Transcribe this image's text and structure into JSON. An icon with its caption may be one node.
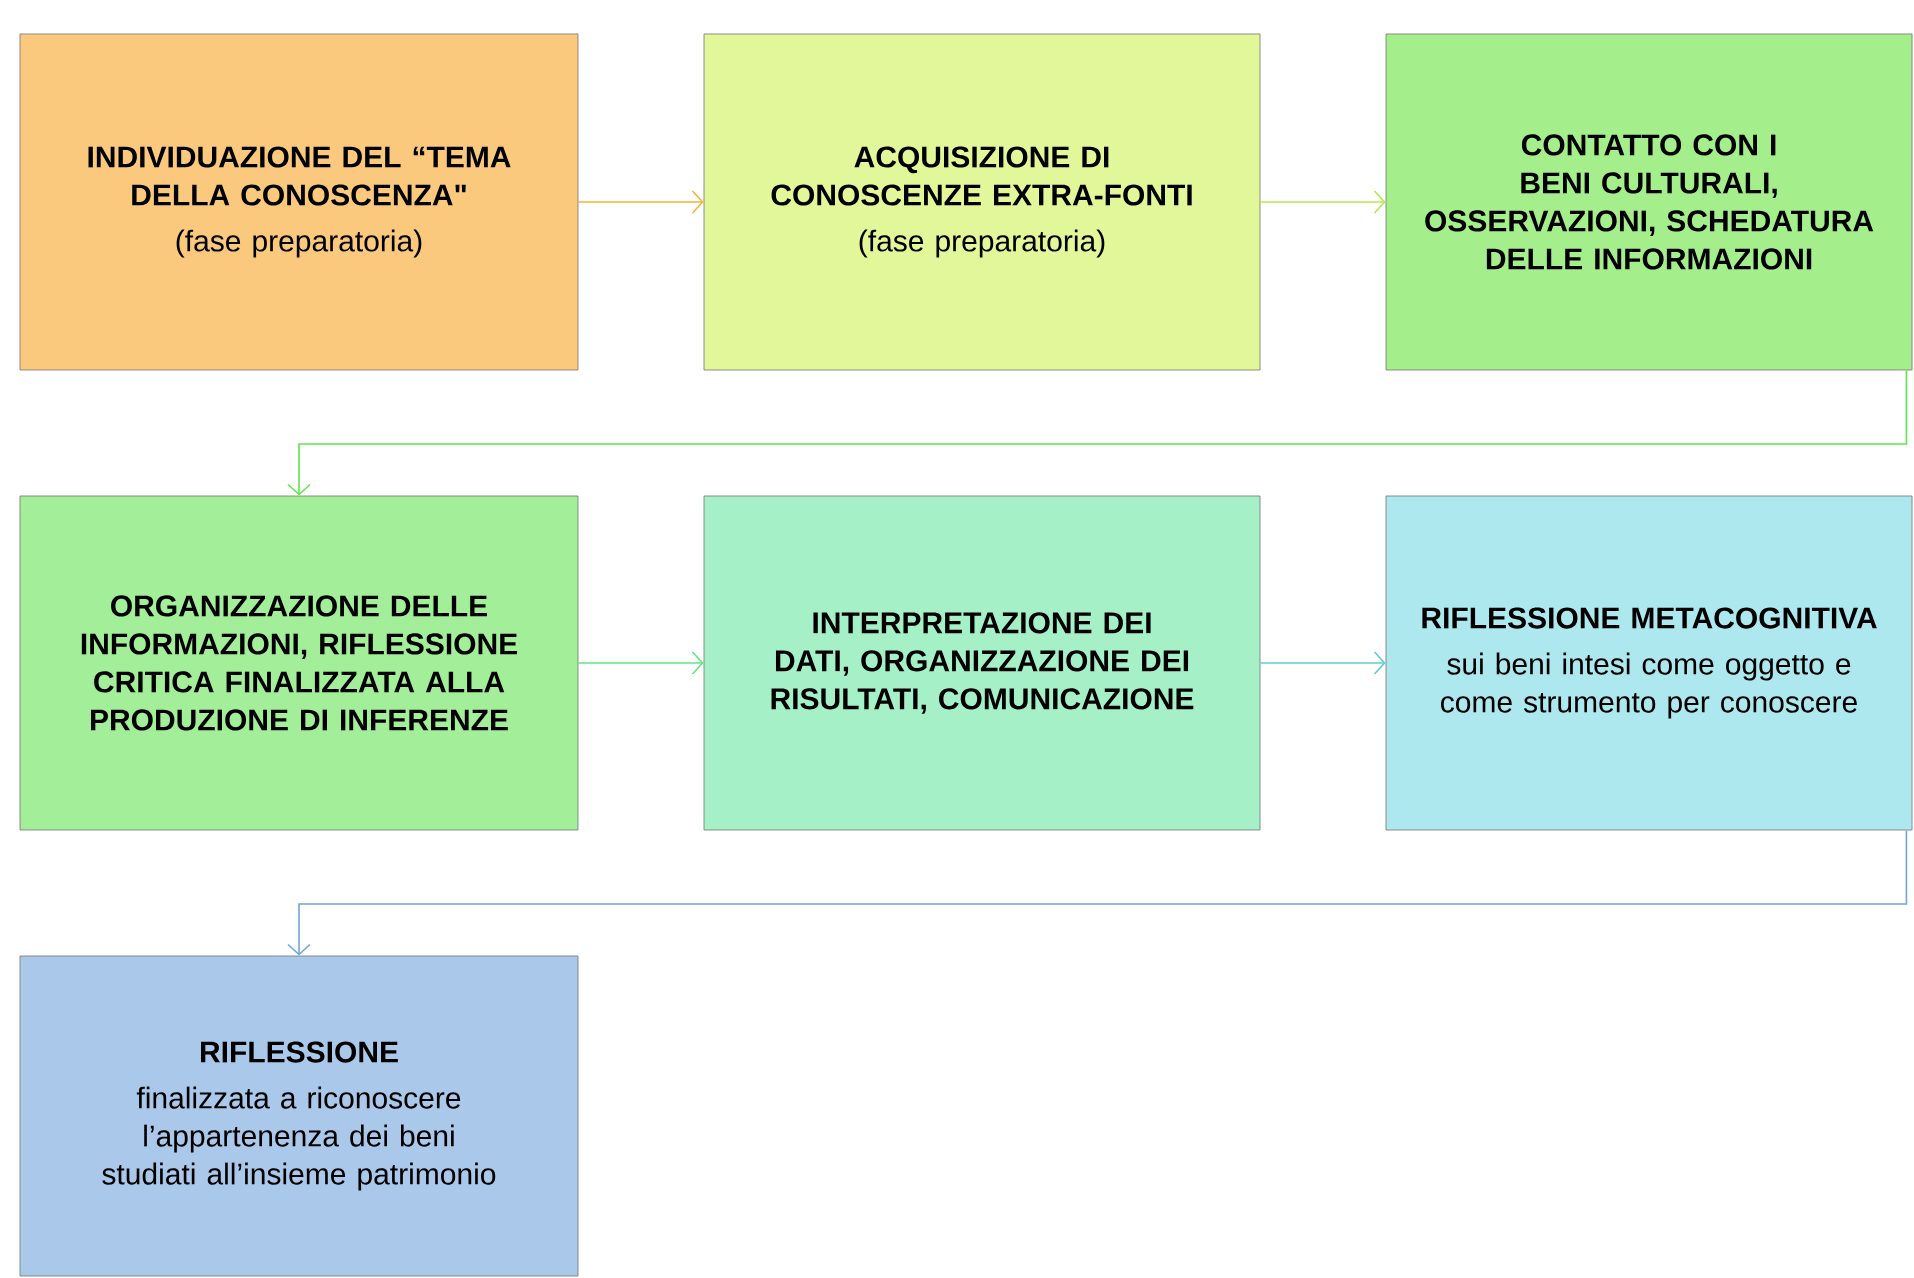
{
  "diagram": {
    "nodes": [
      {
        "text": [
          "INDIVIDUAZIONE DEL “TEMA DELLA CONOSCENZA\"",
          "(fase preparatoria)"
        ]
      },
      {
        "text": [
          "ACQUISIZIONE DI CONOSCENZE EXTRA-FONTI",
          "(fase preparatoria)"
        ]
      },
      {
        "text": [
          "CONTATTO CON I BENI CULTURALI, OSSERVAZIONI, SCHEDATURA DELLE INFORMAZIONI"
        ]
      },
      {
        "text": [
          "ORGANIZZAZIONE DELLE INFORMAZIONI, RIFLESSIONE CRITICA FINALIZZATA ALLA PRODUZIONE DI INFERENZE"
        ]
      },
      {
        "text": [
          "INTERPRETAZIONE DEI DATI, ORGANIZZAZIONE DEI RISULTATI, COMUNICAZIONE"
        ]
      },
      {
        "text": [
          "RIFLESSIONE METACOGNITIVA",
          "sui beni intesi come oggetto e come strumento per conoscere"
        ]
      },
      {
        "text": [
          "RIFLESSIONE",
          "finalizzata a riconoscere l’appartenenza dei beni studiati all’insieme patrimonio"
        ]
      }
    ],
    "edges": [
      {
        "from": 0,
        "to": 1,
        "arrow": "to",
        "color": "#f5b335"
      },
      {
        "from": 1,
        "to": 2,
        "arrow": "to",
        "color": "#b8e84a"
      },
      {
        "from": 2,
        "to": 3,
        "arrow": "to",
        "color": "#5ee64a"
      },
      {
        "from": 3,
        "to": 4,
        "arrow": "to",
        "color": "#5ee688"
      },
      {
        "from": 4,
        "to": 5,
        "arrow": "to",
        "color": "#5ecfd0"
      },
      {
        "from": 5,
        "to": 6,
        "arrow": "to",
        "color": "#6fa6dc"
      }
    ]
  }
}
